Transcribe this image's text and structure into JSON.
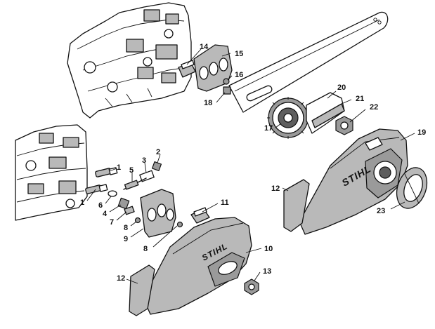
{
  "brand_text": "STIHL",
  "callouts": {
    "c1a": "1",
    "c1b": "1",
    "c2": "2",
    "c3": "3",
    "c4": "4",
    "c5": "5",
    "c6": "6",
    "c7": "7",
    "c8a": "8",
    "c8b": "8",
    "c9": "9",
    "c10": "10",
    "c11": "11",
    "c12a": "12",
    "c12b": "12",
    "c13": "13",
    "c14": "14",
    "c15": "15",
    "c16": "16",
    "c17": "17",
    "c18": "18",
    "c19": "19",
    "c20": "20",
    "c21": "21",
    "c22": "22",
    "c23": "23"
  }
}
